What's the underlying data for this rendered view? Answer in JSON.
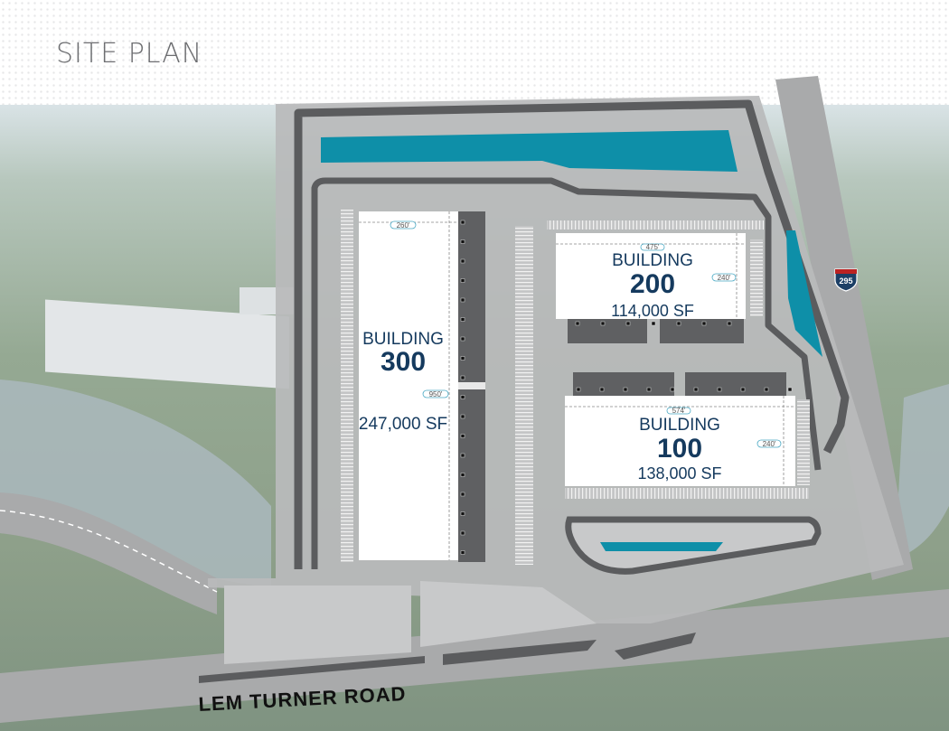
{
  "header": {
    "title": "SITE PLAN"
  },
  "buildings": [
    {
      "id": "300",
      "label": "BUILDING",
      "number": "300",
      "area": "247,000 SF",
      "width_dim": "260'",
      "length_dim": "950'"
    },
    {
      "id": "200",
      "label": "BUILDING",
      "number": "200",
      "area": "114,000 SF",
      "width_dim": "475'",
      "depth_dim": "240'"
    },
    {
      "id": "100",
      "label": "BUILDING",
      "number": "100",
      "area": "138,000 SF",
      "width_dim": "574'",
      "depth_dim": "240'"
    }
  ],
  "roads": {
    "main": "LEM TURNER ROAD",
    "interstate_shield": "295"
  },
  "colors": {
    "pond": "#0e8fa8",
    "building_text": "#153a5e",
    "road": "#5b5c5e",
    "site": "#b9babb"
  }
}
